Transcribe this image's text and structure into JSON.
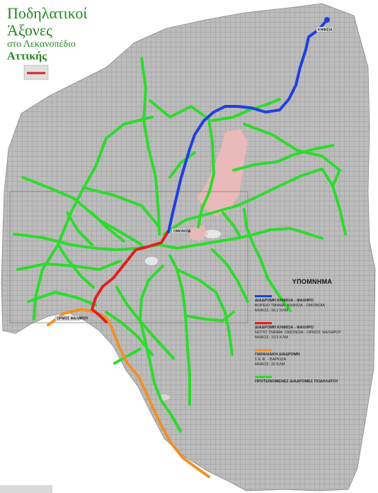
{
  "title": {
    "line1": "Ποδηλατικοί",
    "line2": "Άξονες",
    "line3": "στο Λεκανοπέδιο",
    "line4": "Αττικής"
  },
  "labels": {
    "kifisia": "ΚΗΦΙΣΙΑ",
    "omonoia": "ΟΜΟΝΟΙΑ",
    "faliro": "ΟΡΜΟΣ ΦΑΛΗΡΟΥ"
  },
  "legend": {
    "title": "ΥΠΟΜΝΗΜΑ",
    "items": [
      {
        "color": "#1f3fe0",
        "lines": [
          "ΔΙΑΔΡΟΜΗ ΚΗΦΙΣΙΑ - ΦΑΛΗΡΟ",
          "ΒΟΡΕΙΟ ΤΜΗΜΑ: ΚΗΦΙΣΙΑ - ΟΜΟΝΟΙΑ",
          "ΜΗΚΟΣ: 16,1 ΚΛΜ"
        ]
      },
      {
        "color": "#e02020",
        "lines": [
          "ΔΙΑΔΡΟΜΗ ΚΗΦΙΣΙΑ - ΦΑΛΗΡΟ",
          "ΝΟΤΙΟ ΤΜΗΜΑ: ΟΜΟΝΟΙΑ - ΟΡΜΟΣ ΦΑΛΗΡΟΥ",
          "ΜΗΚΟΣ: 10,5 ΚΛΜ"
        ]
      },
      {
        "color": "#f0902a",
        "lines": [
          "ΠΑΡΑΛΙΑΚΗ ΔΙΑΔΡΟΜΗ",
          "Σ.Ε.Φ. - ΒΑΡΚΙΖΑ",
          "ΜΗΚΟΣ: 30 ΚΛΜ"
        ]
      },
      {
        "color": "#2edb2e",
        "lines": [
          "ΠΡΟΤΕΙΝΟΜΕΝΕΣ ΔΙΑΔΡΟΜΕΣ ΠΟΔΗΛΑΤΟΥ"
        ]
      }
    ]
  },
  "colors": {
    "blue_route": "#1f3fe0",
    "red_route": "#e02020",
    "orange_route": "#f0902a",
    "green_route": "#2edb2e",
    "title_green": "#1f8a1f",
    "land": "#bdbdbd",
    "sea": "#ffffff"
  }
}
